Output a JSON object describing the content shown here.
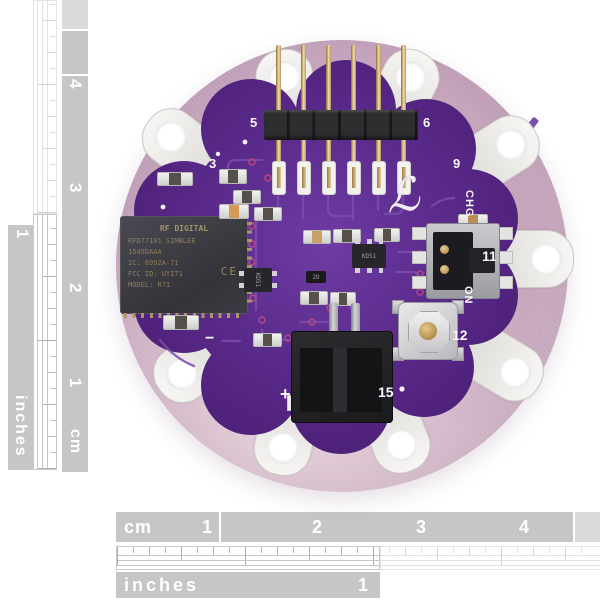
{
  "image": {
    "caption": "LilyPad Simblee BLE board product photo with cm and inch rulers"
  },
  "board": {
    "silkscreen_labels": {
      "pin3": "3",
      "pin5": "5",
      "pin6": "6",
      "pin9": "9",
      "pin11": "11",
      "pin12": "12",
      "pin15": "15",
      "power_plus": "+",
      "power_minus": "−",
      "charge": "CHG",
      "on": "ON"
    },
    "logo_glyph": "ℒ",
    "module_chip": {
      "brand": "RF DIGITAL",
      "part_line": "RFD77101 SIMBLEE",
      "lot_line": "1545DAAA",
      "ic_line": "IC: 6992A-71",
      "fcc_line": "FCC ID: UYI71",
      "model_line": "MODEL: R71",
      "ce_mark": "CE"
    },
    "ic_markings": {
      "sot23_right": "KD51",
      "sot23_left": "KD51",
      "diode": "2D"
    }
  },
  "rulers": {
    "left": {
      "cm_unit": "cm",
      "cm_numbers": [
        "4",
        "3",
        "2",
        "1"
      ],
      "inch_unit": "inches",
      "inch_numbers": [
        "1"
      ]
    },
    "bottom": {
      "cm_unit": "cm",
      "cm_numbers": [
        "1",
        "2",
        "3",
        "4"
      ],
      "inch_unit": "inches",
      "inch_numbers": [
        "1"
      ]
    }
  },
  "colors": {
    "background": "#ffffff",
    "pcb_purple": "#5b2b8c",
    "pcb_trace": "#7a4dad",
    "bare_pcb_lavender": "#c7a7bf",
    "petal_silver": "#efeeec",
    "ruler_gray": "#c6c6c6",
    "ruler_gray_light": "#dadada",
    "gold": "#d3b273",
    "silkscreen_white": "#ffffff",
    "testpoint_magenta": "#b84a86"
  }
}
